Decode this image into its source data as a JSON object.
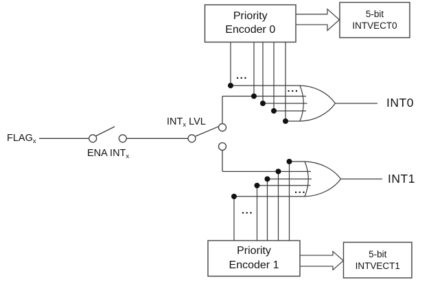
{
  "diagram": {
    "boxes": {
      "encoder0": {
        "line1": "Priority",
        "line2": "Encoder 0"
      },
      "encoder1": {
        "line1": "Priority",
        "line2": "Encoder 1"
      },
      "intvect0": {
        "line1": "5-bit",
        "line2": "INTVECT0"
      },
      "intvect1": {
        "line1": "5-bit",
        "line2": "INTVECT1"
      }
    },
    "labels": {
      "flag_base": "FLAG",
      "flag_sub": "x",
      "ena_base": "ENA INT",
      "ena_sub": "x",
      "lvl_pre": "INT",
      "lvl_sub": "x",
      "lvl_post": " LVL",
      "int0": "INT0",
      "int1": "INT1",
      "ellipsis": "..."
    },
    "colors": {
      "wire": "#3a3a3a",
      "border": "#4a4a4a",
      "junction": "#111111",
      "background": "#ffffff",
      "text": "#111111"
    }
  }
}
